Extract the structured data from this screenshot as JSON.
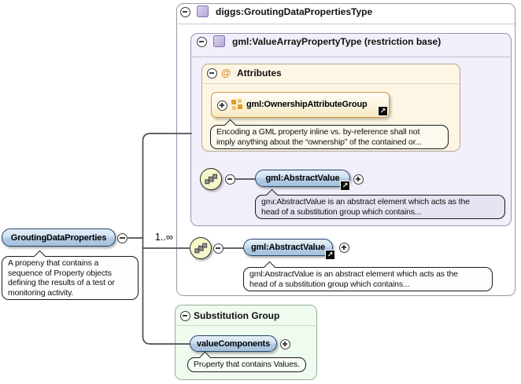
{
  "diagram": {
    "type_box": {
      "title": "diggs:GroutingDataPropertiesType"
    },
    "base_type_box": {
      "title": "gml:ValueArrayPropertyType (restriction base)"
    },
    "attributes_section": {
      "title": "Attributes",
      "at_symbol": "@",
      "group_label": "gml:OwnershipAttributeGroup",
      "group_annotation": "Encoding a GML property inline vs. by-reference shall not\nimply anything about the “ownership” of the contained or..."
    },
    "root_element": {
      "label": "GroutingDataProperties",
      "annotation": "A property that contains a\nsequence of Property objects\ndefining the results of a test or\nmonitoring activity."
    },
    "inner_value_row": {
      "element_label": "gml:AbstractValue",
      "annotation": "gml:AbstractValue is an abstract element which acts as the\nhead of a substitution group which contains..."
    },
    "outer_value_row": {
      "cardinality": "1..∞",
      "element_label": "gml:AbstractValue",
      "annotation": "gml:AbstractValue is an abstract element which acts as the\nhead of a substitution group which contains..."
    },
    "substitution_group": {
      "title": "Substitution Group",
      "element_label": "valueComponents",
      "annotation": "Property that contains Values."
    },
    "link_arrow": "↗"
  },
  "colors": {
    "element_border": "#24466e",
    "ownership_border": "#d59b3c",
    "lavender_fill": "#f1eff9",
    "cream_fill": "#fdf6e4",
    "green_fill": "#effbef",
    "sequence_circle_fill": "#f6f6cb"
  }
}
